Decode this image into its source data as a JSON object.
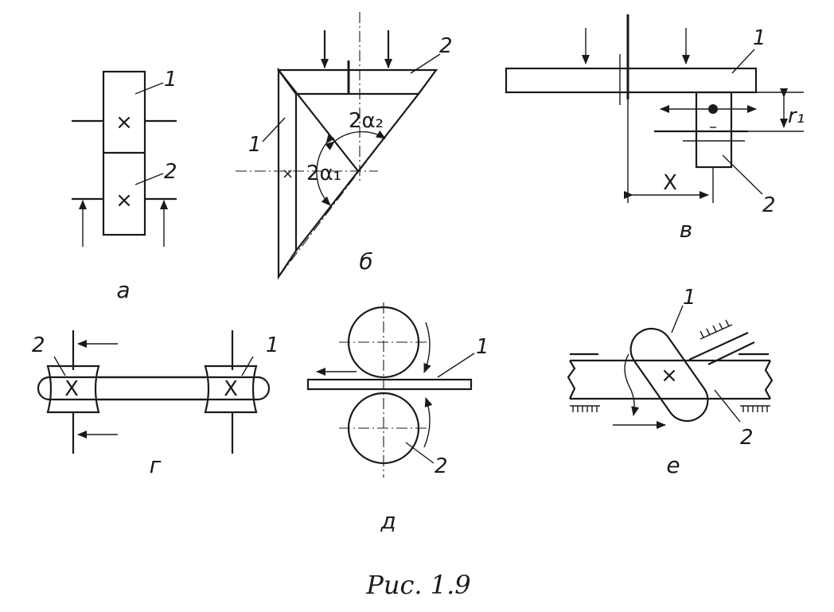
{
  "caption": "Рис. 1.9",
  "panels": {
    "a": {
      "letter": "а",
      "labels": [
        "1",
        "2"
      ]
    },
    "b": {
      "letter": "б",
      "labels": [
        "1",
        "2"
      ],
      "angle1": "2α₁",
      "angle2": "2α₂"
    },
    "v": {
      "letter": "в",
      "labels": [
        "1",
        "2"
      ],
      "r_label": "r₁",
      "x_label": "X"
    },
    "g": {
      "letter": "г",
      "labels": [
        "1",
        "2"
      ]
    },
    "d": {
      "letter": "д",
      "labels": [
        "1",
        "2"
      ]
    },
    "e": {
      "letter": "е",
      "labels": [
        "1",
        "2"
      ]
    }
  }
}
